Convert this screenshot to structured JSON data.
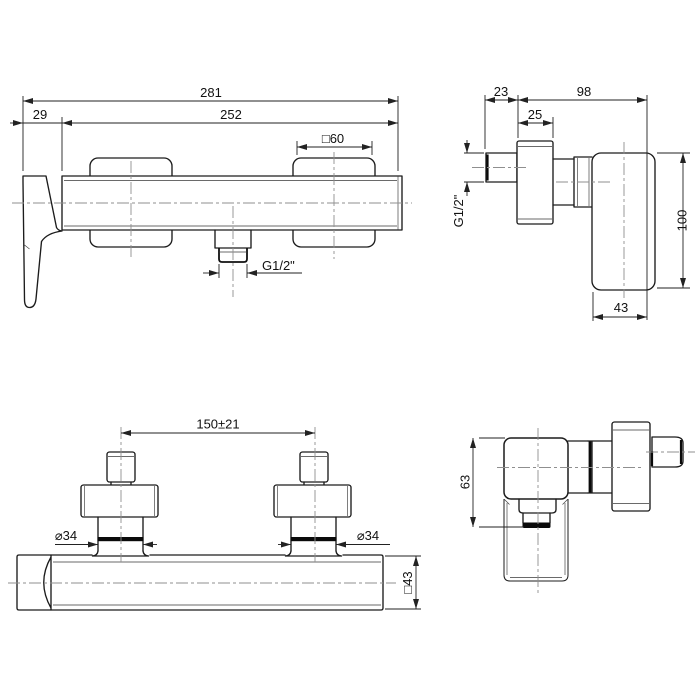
{
  "page": {
    "background": "#ffffff",
    "line_color": "#1c1c1c",
    "centerline_color": "#8f8f8f"
  },
  "views": {
    "front": {
      "dims": {
        "overall_width": "281",
        "body_width": "252",
        "handle_overhang": "29",
        "escutcheon_size": "□60",
        "outlet_thread": "G1/2\""
      }
    },
    "side": {
      "dims": {
        "inlet_protrusion": "23",
        "overall_depth": "98",
        "escutcheon_depth": "25",
        "inlet_thread": "G1/2\"",
        "body_height": "100",
        "body_depth": "43"
      }
    },
    "plan": {
      "dims": {
        "inlet_spacing": "150±21",
        "left_inlet_diameter": "⌀34",
        "right_inlet_diameter": "⌀34",
        "body_section": "□43"
      }
    },
    "bottom": {
      "dims": {
        "outlet_offset": "63"
      }
    }
  }
}
